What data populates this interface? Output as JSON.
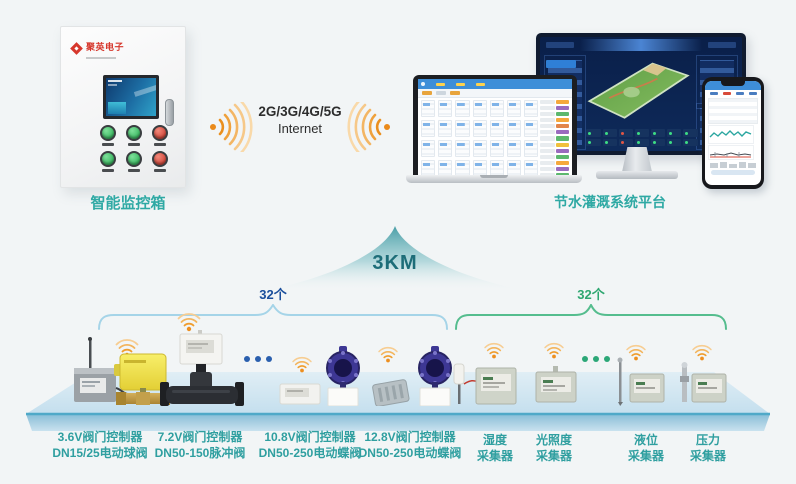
{
  "colors": {
    "background": "#f2f5f6",
    "teal_label": "#2f9fa0",
    "section_label_teal": "#2fa9a4",
    "coverage_teal": "#46a0a8",
    "signal_orange": "#f09d33",
    "count_blue": "#1b4f9c",
    "count_green": "#2fa771",
    "bracket_blue": "#a5d4e8",
    "bracket_green": "#55bd8e",
    "platform_blue": "#cfe4ef",
    "brand_red": "#d6372c"
  },
  "cabinet": {
    "brand": "聚英电子",
    "label": "智能监控箱",
    "indicator_lights": [
      "green",
      "green",
      "red",
      "green",
      "green",
      "red"
    ]
  },
  "network": {
    "line1": "2G/3G/4G/5G",
    "line2": "Internet"
  },
  "platform": {
    "label": "节水灌溉系统平台"
  },
  "coverage": {
    "label": "3KM"
  },
  "groups": {
    "left_count": "32个",
    "right_count": "32个"
  },
  "devices": [
    {
      "line1": "3.6V阀门控制器",
      "line2": "DN15/25电动球阀"
    },
    {
      "line1": "7.2V阀门控制器",
      "line2": "DN50-150脉冲阀"
    },
    {
      "line1": "10.8V阀门控制器",
      "line2": "DN50-250电动蝶阀"
    },
    {
      "line1": "12.8V阀门控制器",
      "line2": "DN50-250电动蝶阀"
    },
    {
      "line1": "湿度",
      "line2": "采集器"
    },
    {
      "line1": "光照度",
      "line2": "采集器"
    },
    {
      "line1": "液位",
      "line2": "采集器"
    },
    {
      "line1": "压力",
      "line2": "采集器"
    }
  ]
}
